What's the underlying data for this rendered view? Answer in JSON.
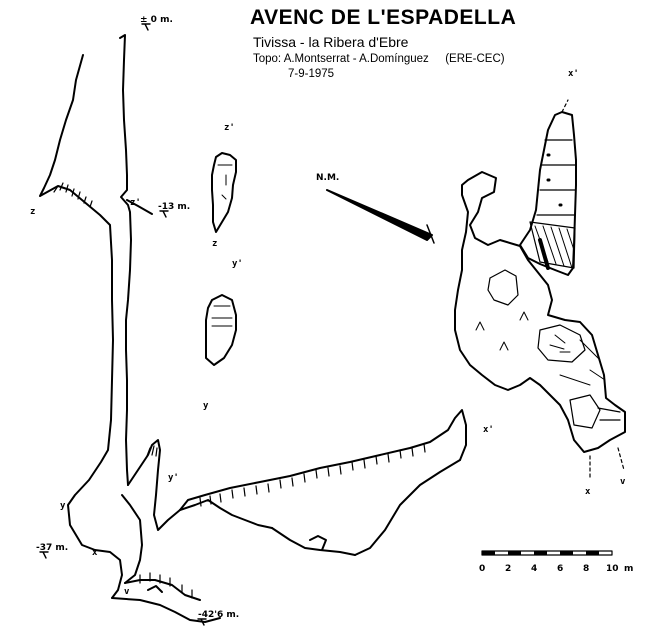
{
  "header": {
    "title": "AVENC DE L'ESPADELLA",
    "location": "Tivissa - la Ribera d'Ebre",
    "surveyors": "Topo: A.Montserrat - A.Domínguez",
    "club": "(ERE-CEC)",
    "date": "7-9-1975"
  },
  "section_labels": {
    "depth_surface": "± 0 m.",
    "depth_13": "-13 m.",
    "depth_37": "-37 m.",
    "depth_42": "-42'6 m.",
    "z": "z",
    "z_prime": "z'",
    "y": "y",
    "y_prime": "y'",
    "x": "x",
    "x_prime": "x'",
    "v": "v"
  },
  "north_label": "N.M.",
  "scale": {
    "ticks": [
      "0",
      "2",
      "4",
      "6",
      "8",
      "10"
    ],
    "unit": "m"
  }
}
